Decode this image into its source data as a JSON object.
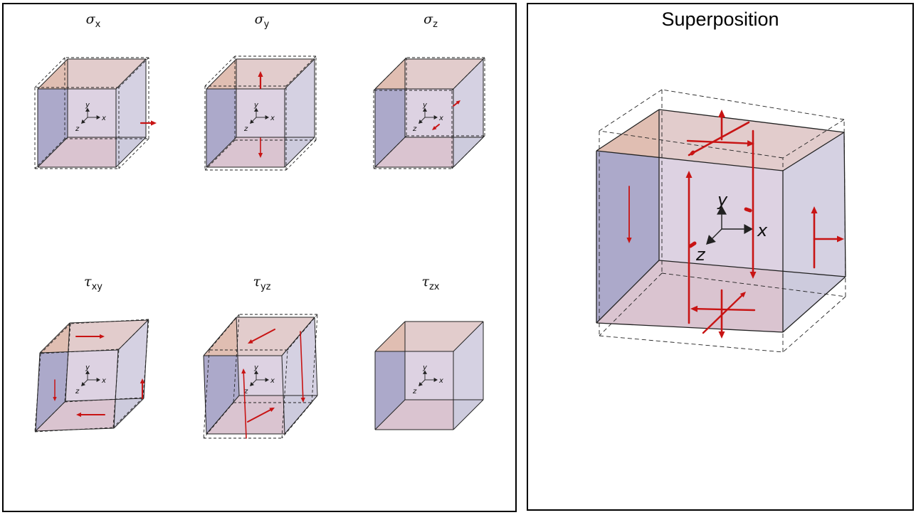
{
  "panels": {
    "components": [
      {
        "id": "sx",
        "symbol": "σ",
        "subscript": "x",
        "deform": "sx"
      },
      {
        "id": "sy",
        "symbol": "σ",
        "subscript": "y",
        "deform": "sy"
      },
      {
        "id": "sz",
        "symbol": "σ",
        "subscript": "z",
        "deform": "sz"
      },
      {
        "id": "txy",
        "symbol": "τ",
        "subscript": "xy",
        "deform": "txy"
      },
      {
        "id": "tyz",
        "symbol": "τ",
        "subscript": "yz",
        "deform": "tyz"
      },
      {
        "id": "tzx",
        "symbol": "τ",
        "subscript": "zx",
        "deform": "none"
      }
    ],
    "superposition": {
      "title": "Superposition"
    }
  },
  "axes": {
    "x": "x",
    "y": "y",
    "z": "z"
  },
  "colors": {
    "face_left": "#7f8cb8",
    "face_top": "#e9c2b0",
    "face_right": "#c8cadf",
    "face_bottom": "#e3c9c9",
    "face_front": "#cdb9d2",
    "arrow": "#c81414",
    "edge": "#222222"
  }
}
